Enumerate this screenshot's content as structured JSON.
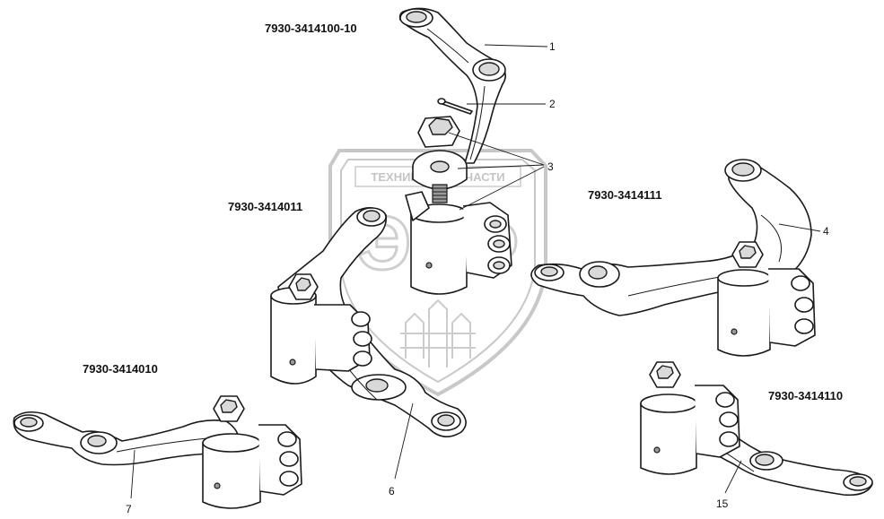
{
  "watermark": {
    "text": "ТЕХНИКА И ЗАПЧАСТИ",
    "letters": "ЭТФ"
  },
  "assemblies": [
    {
      "code": "7930-3414100-10"
    },
    {
      "code": "7930-3414011"
    },
    {
      "code": "7930-3414111"
    },
    {
      "code": "7930-3414010"
    },
    {
      "code": "7930-3414110"
    }
  ],
  "callouts": [
    "1",
    "2",
    "3",
    "4",
    "6",
    "7",
    "15"
  ]
}
